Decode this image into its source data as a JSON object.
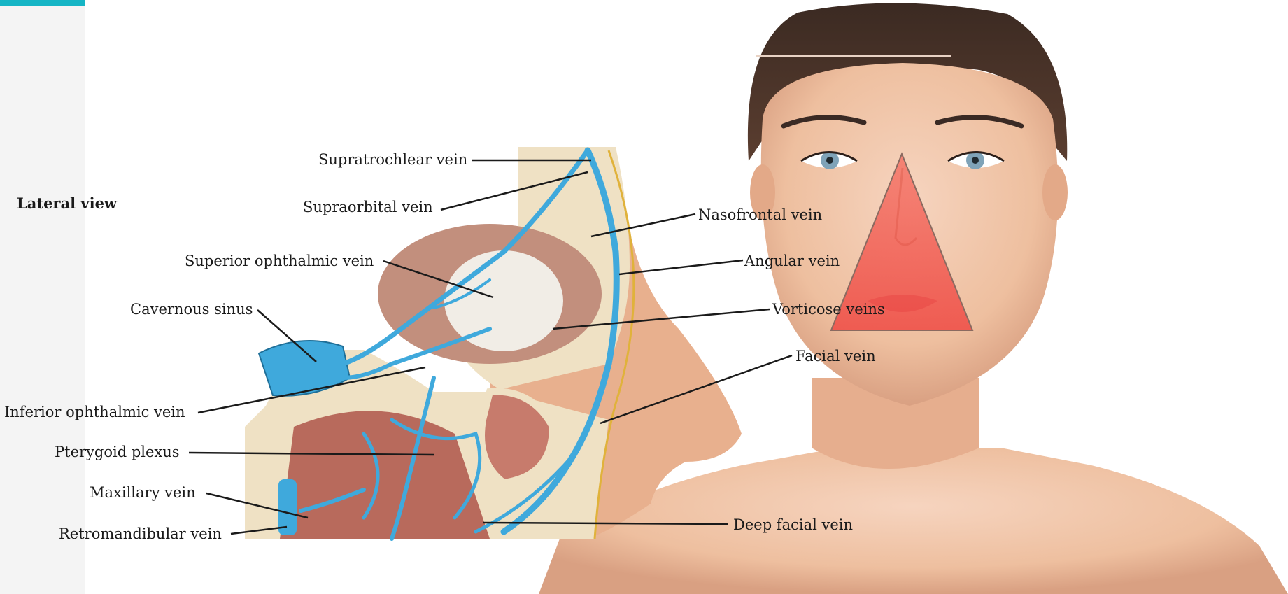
{
  "caption": "Lateral view",
  "labels": {
    "supratrochlear": "Supratrochlear vein",
    "supraorbital": "Supraorbital vein",
    "superior_ophthalmic": "Superior ophthalmic vein",
    "cavernous_sinus": "Cavernous sinus",
    "inferior_ophthalmic": "Inferior ophthalmic vein",
    "pterygoid_plexus": "Pterygoid plexus",
    "maxillary": "Maxillary vein",
    "retromandibular": "Retromandibular vein",
    "nasofrontal": "Nasofrontal vein",
    "angular": "Angular vein",
    "vorticose": "Vorticose veins",
    "facial": "Facial vein",
    "deep_facial": "Deep facial vein"
  },
  "colors": {
    "accent": "#16b5c5",
    "vein": "#3fa9dc",
    "danger_triangle": "#f0504a",
    "skin": "#e9b99a",
    "bone": "#efe1c4",
    "muscle": "#c76b5e"
  }
}
